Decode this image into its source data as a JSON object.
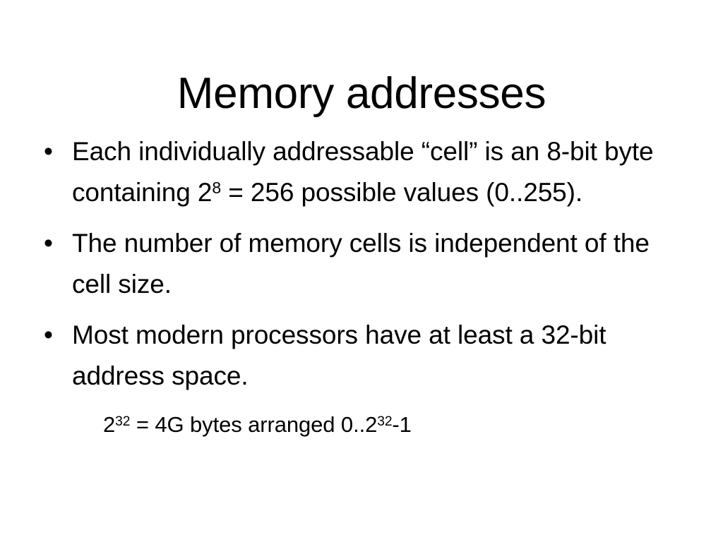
{
  "slide": {
    "title": "Memory addresses",
    "background_color": "#ffffff",
    "text_color": "#000000",
    "bullet_glyph": "•",
    "bullets": [
      {
        "marker": "•",
        "prefix": "Each individually addressable “cell” is an 8-bit byte containing 2",
        "sup1": "8",
        "middle": " = 256 possible values (0..255).",
        "sup2": "",
        "suffix": "",
        "plain": "Each individually addressable “cell” is an 8-bit byte containing 2⁸ = 256 possible values (0..255)."
      },
      {
        "marker": "•",
        "prefix": "The number of memory cells is independent of the cell size.",
        "sup1": "",
        "middle": "",
        "sup2": "",
        "suffix": "",
        "plain": "The number of memory cells is independent of the cell size."
      },
      {
        "marker": "•",
        "prefix": "Most modern processors have at least a 32-bit address space.",
        "sup1": "",
        "middle": "",
        "sup2": "",
        "suffix": "",
        "plain": "Most modern processors have at least a 32-bit address space."
      }
    ],
    "sub_line": {
      "prefix": "2",
      "sup1": "32",
      "middle": " = 4G bytes arranged 0..2",
      "sup2": "32",
      "suffix": "-1",
      "plain": "2³² = 4G bytes arranged 0..2³²-1"
    }
  }
}
